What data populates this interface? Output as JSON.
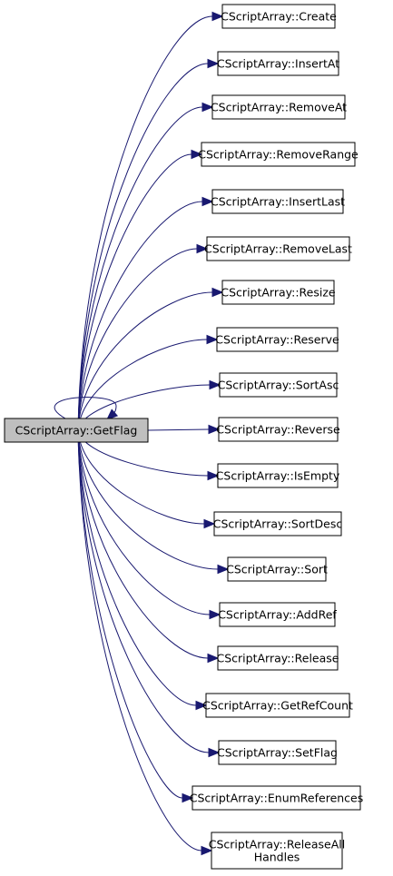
{
  "diagram": {
    "root": {
      "id": "getflag",
      "label": "CScriptArray::GetFlag"
    },
    "nodes": [
      {
        "id": "create",
        "lines": [
          "CScriptArray::Create"
        ]
      },
      {
        "id": "insertat",
        "lines": [
          "CScriptArray::InsertAt"
        ]
      },
      {
        "id": "removeat",
        "lines": [
          "CScriptArray::RemoveAt"
        ]
      },
      {
        "id": "removerange",
        "lines": [
          "CScriptArray::RemoveRange"
        ]
      },
      {
        "id": "insertlast",
        "lines": [
          "CScriptArray::InsertLast"
        ]
      },
      {
        "id": "removelast",
        "lines": [
          "CScriptArray::RemoveLast"
        ]
      },
      {
        "id": "resize",
        "lines": [
          "CScriptArray::Resize"
        ]
      },
      {
        "id": "reserve",
        "lines": [
          "CScriptArray::Reserve"
        ]
      },
      {
        "id": "sortasc",
        "lines": [
          "CScriptArray::SortAsc"
        ]
      },
      {
        "id": "reverse",
        "lines": [
          "CScriptArray::Reverse"
        ]
      },
      {
        "id": "isempty",
        "lines": [
          "CScriptArray::IsEmpty"
        ]
      },
      {
        "id": "sortdesc",
        "lines": [
          "CScriptArray::SortDesc"
        ]
      },
      {
        "id": "sort",
        "lines": [
          "CScriptArray::Sort"
        ]
      },
      {
        "id": "addref",
        "lines": [
          "CScriptArray::AddRef"
        ]
      },
      {
        "id": "release",
        "lines": [
          "CScriptArray::Release"
        ]
      },
      {
        "id": "getrefcount",
        "lines": [
          "CScriptArray::GetRefCount"
        ]
      },
      {
        "id": "setflag",
        "lines": [
          "CScriptArray::SetFlag"
        ]
      },
      {
        "id": "enumreferences",
        "lines": [
          "CScriptArray::EnumReferences"
        ]
      },
      {
        "id": "releaseallhandles",
        "lines": [
          "CScriptArray::ReleaseAll",
          "Handles"
        ]
      }
    ],
    "self_loop": true,
    "colors": {
      "edge": "#191970",
      "root_fill": "#bfbfbf",
      "node_fill": "#ffffff",
      "border": "#000000"
    }
  }
}
